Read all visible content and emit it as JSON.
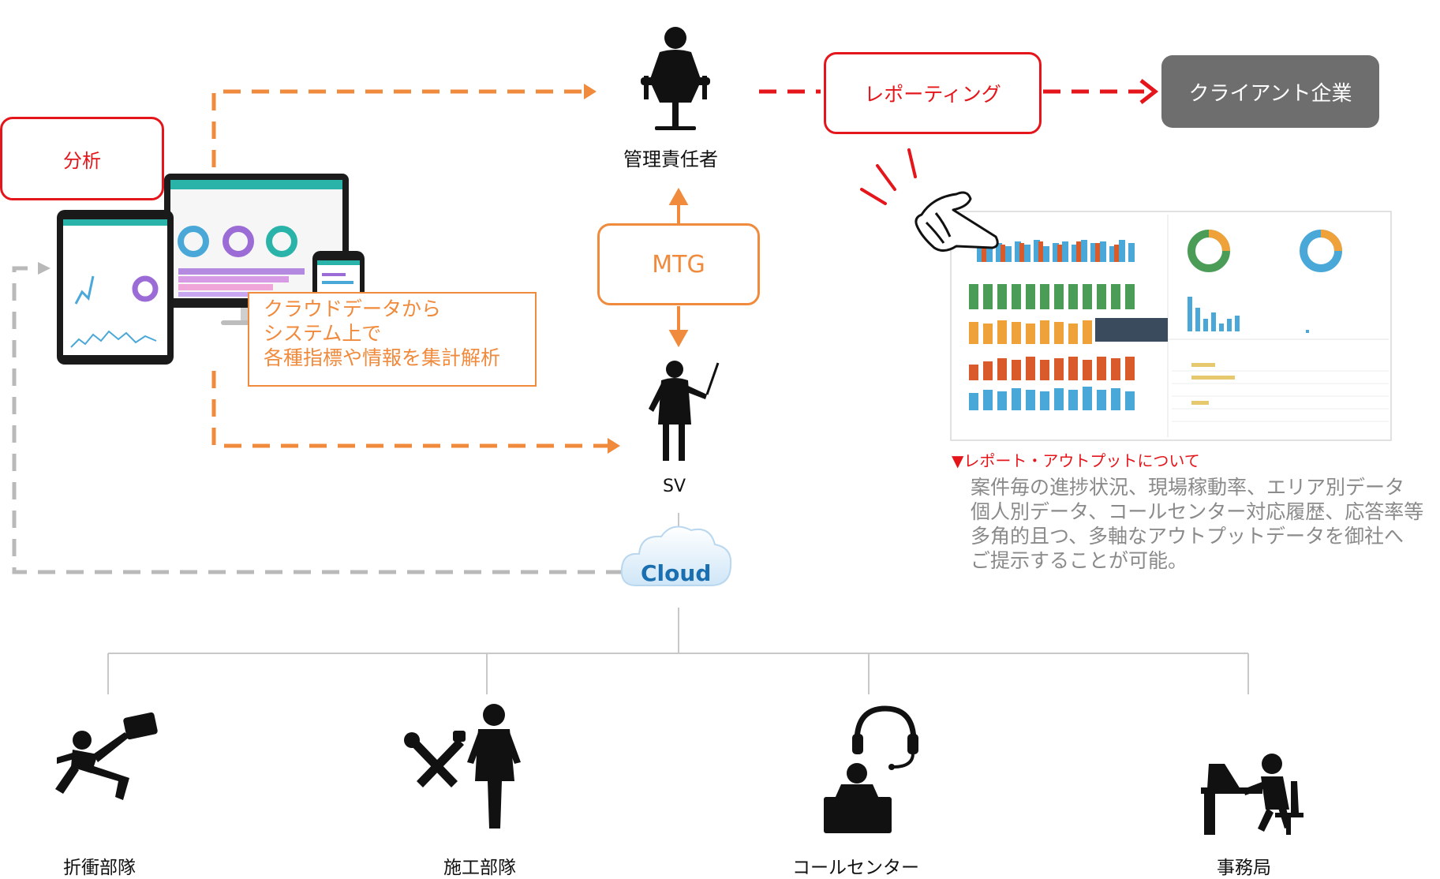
{
  "nodes": {
    "manager": "管理責任者",
    "sv": "SV",
    "cloud": "Cloud",
    "client": "クライアント企業"
  },
  "boxes": {
    "analysis": "分析",
    "reporting": "レポーティング",
    "mtg": "MTG"
  },
  "analysis_note": {
    "lines": [
      "クラウドデータから",
      "システム上で",
      "各種指標や情報を集計解析"
    ]
  },
  "report": {
    "heading": "▼レポート・アウトプットについて",
    "lines": [
      "案件毎の進捗状況、現場稼動率、エリア別データ",
      "個人別データ、コールセンター対応履歴、応答率等",
      "多角的且つ、多軸なアウトプットデータを御社へ",
      "ご提示することが可能。"
    ]
  },
  "departments": [
    "折衝部隊",
    "施工部隊",
    "コールセンター",
    "事務局"
  ],
  "colors": {
    "red": "#e4161b",
    "orange": "#f08a3c",
    "gray_dash": "#b9b9b9",
    "client_bg": "#6e6e6e",
    "teal": "#1fb5ac",
    "bar_blue": "#4aa8d8",
    "bar_green": "#4a9c57",
    "bar_orange": "#f0a23a",
    "bar_red": "#d95a2b"
  },
  "icons": [
    "person-at-desk-icon",
    "presenter-icon",
    "cloud-icon",
    "pointing-hand-icon",
    "salesman-icon",
    "worker-tools-icon",
    "operator-headset-icon",
    "office-worker-icon",
    "devices-icon",
    "dashboard-icon"
  ]
}
